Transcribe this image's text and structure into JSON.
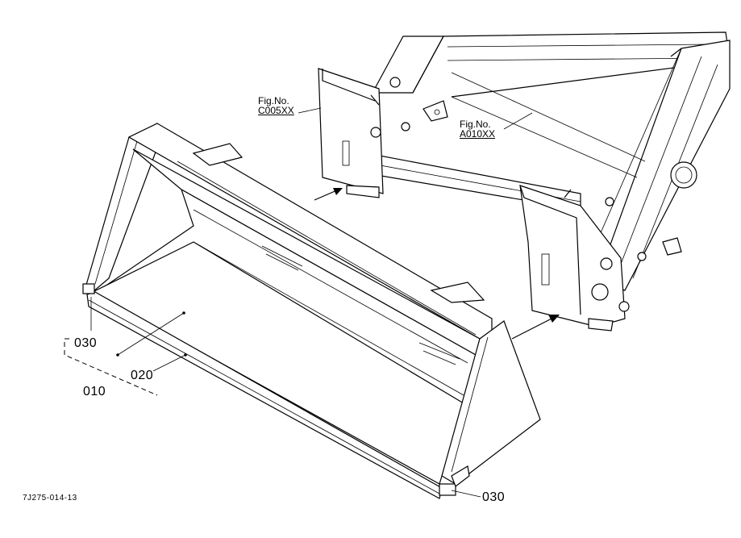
{
  "callouts": {
    "c030_top": "030",
    "c010": "010",
    "c020": "020",
    "c030_bottom": "030"
  },
  "figure_refs": {
    "left": {
      "label": "Fig.No.",
      "number": "C005XX"
    },
    "right": {
      "label": "Fig.No.",
      "number": "A010XX"
    }
  },
  "document_id": "7J275-014-13"
}
